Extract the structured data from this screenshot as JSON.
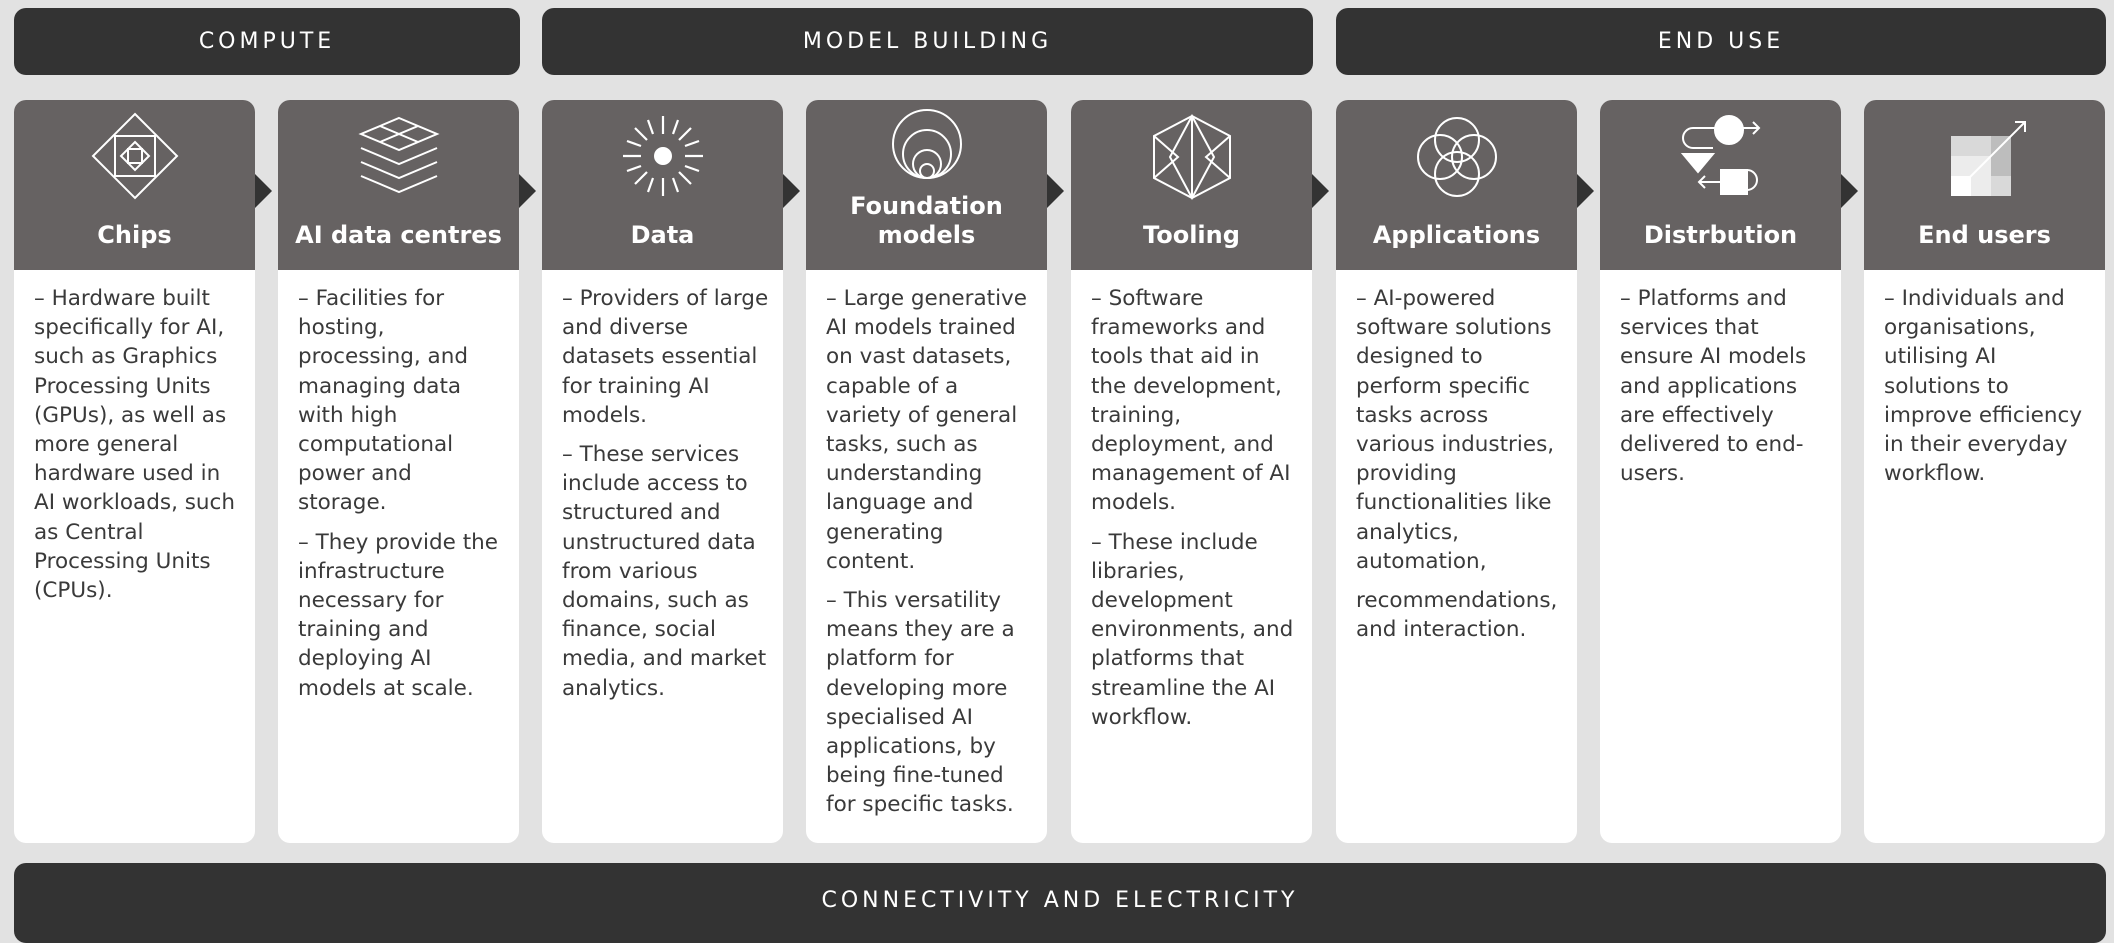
{
  "headers": {
    "compute": "COMPUTE",
    "model_building": "MODEL BUILDING",
    "end_use": "END USE"
  },
  "cards": [
    {
      "title": "Chips",
      "icon": "chip-icon",
      "paragraphs": [
        "– Hardware built specifically for AI, such as Graphics Processing Units (GPUs), as well as more general hardware used in AI workloads, such as Central Processing Units (CPUs)."
      ]
    },
    {
      "title": "AI data centres",
      "icon": "stacked-layers-icon",
      "paragraphs": [
        "– Facilities for hosting, processing, and managing data with high computational power and storage.",
        "– They provide the infrastructure necessary for training and deploying AI models at scale."
      ]
    },
    {
      "title": "Data",
      "icon": "burst-icon",
      "paragraphs": [
        "– Providers of large and diverse datasets essential for training AI models.",
        "– These services include access to structured and unstructured data from various domains, such as finance, social media, and market analytics."
      ]
    },
    {
      "title": "Foundation models",
      "icon": "nested-circles-icon",
      "paragraphs": [
        "– Large generative AI models trained on vast datasets, capable of a variety of general tasks, such as understanding language and generating content.",
        "– This versatility means they are a platform for developing more specialised AI applications, by being fine-tuned for specific tasks."
      ]
    },
    {
      "title": "Tooling",
      "icon": "hexagon-icon",
      "paragraphs": [
        "– Software frameworks and tools that aid in the development, training, deployment, and management of AI models.",
        "– These include libraries, development environments, and platforms that streamline the AI workflow."
      ]
    },
    {
      "title": "Applications",
      "icon": "overlapping-circles-icon",
      "paragraphs": [
        "– AI-powered software solutions designed to perform specific tasks across various industries, providing functionalities like analytics, automation,",
        "recommendations, and interaction."
      ]
    },
    {
      "title": "Distrbution",
      "icon": "flow-shapes-icon",
      "paragraphs": [
        "– Platforms and services that ensure AI models and applications are effectively delivered to end-users."
      ]
    },
    {
      "title": "End users",
      "icon": "growth-squares-icon",
      "paragraphs": [
        "– Individuals and organisations, utilising AI solutions to improve efficiency in their everyday workflow."
      ]
    }
  ],
  "footer": "CONNECTIVITY AND ELECTRICITY",
  "colors": {
    "background": "#e2e2e2",
    "header_band": "#333333",
    "card_head": "#666262",
    "card_body": "#ffffff",
    "body_text": "#3a3a3a"
  }
}
